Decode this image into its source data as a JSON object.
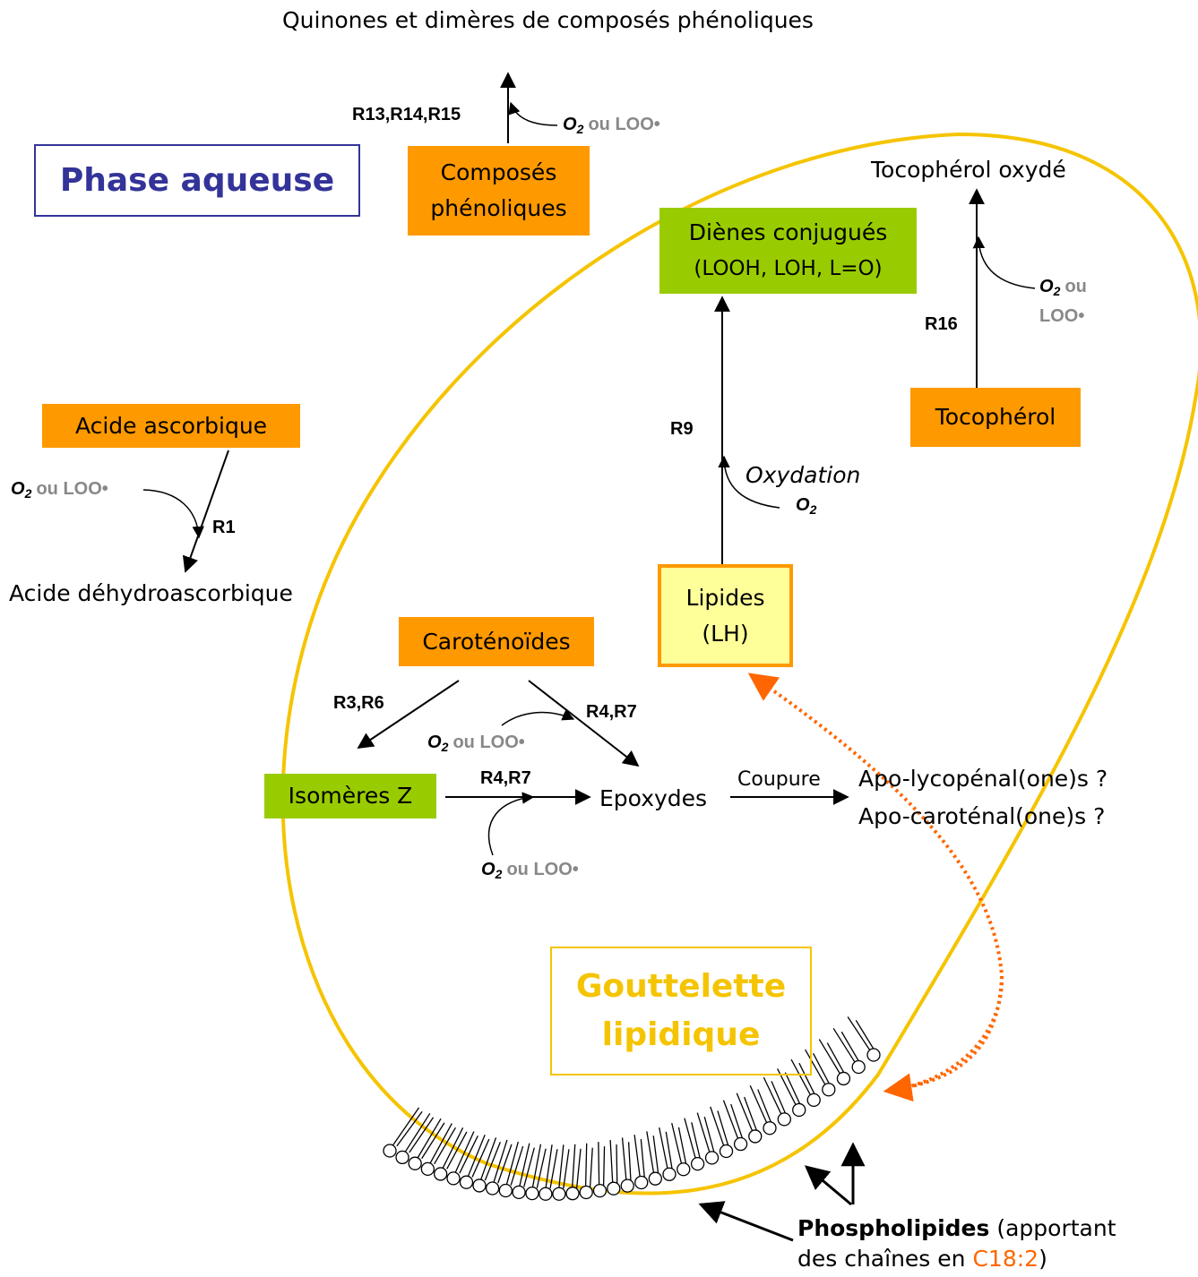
{
  "title_top": "Quinones et dimères de composés phénoliques",
  "phase_aqueuse": "Phase aqueuse",
  "gouttelette": {
    "line1": "Gouttelette",
    "line2": "lipidique"
  },
  "boxes": {
    "composes_line1": "Composés",
    "composes_line2": "phénoliques",
    "dienes_line1": "Diènes conjugués",
    "dienes_line2": "(LOOH, LOH, L=O)",
    "tocopherol": "Tocophérol",
    "acide_ascorbique": "Acide ascorbique",
    "lipides_line1": "Lipides",
    "lipides_line2": "(LH)",
    "carotenoides": "Caroténoïdes",
    "isomeres": "Isomères Z"
  },
  "products": {
    "tocopherol_oxyde": "Tocophérol oxydé",
    "acide_dehydro": "Acide déhydroascorbique",
    "epoxydes": "Epoxydes",
    "apo_lyco": "Apo-lycopénal(one)s ?",
    "apo_caro": "Apo-caroténal(one)s ?",
    "coupure": "Coupure",
    "oxydation": "Oxydation"
  },
  "reactions": {
    "r13": "R13,R14,R15",
    "r16": "R16",
    "r9": "R9",
    "r1": "R1",
    "r3r6": "R3,R6",
    "r4r7_a": "R4,R7",
    "r4r7_b": "R4,R7"
  },
  "oxidants": {
    "o2": "O",
    "o2_sub": "2",
    "ou": "ou",
    "loo": "LOO•"
  },
  "phospholipides": {
    "bold": "Phospholipides",
    "rest1": "(apportant",
    "rest2_a": "des chaînes en ",
    "c18": "C18:2",
    "rest2_b": ")"
  },
  "colors": {
    "orange": "#ff9900",
    "green": "#99cc00",
    "yellow_outline": "#f5c400",
    "phase_text": "#333399",
    "gouttelette_text": "#f5c400",
    "dotted": "#ff6600",
    "lipide_fill": "#ffff99"
  }
}
